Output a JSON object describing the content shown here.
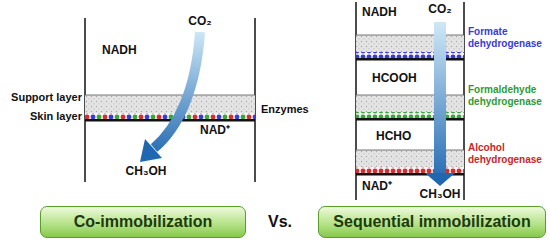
{
  "diagram": {
    "nodes": [
      {
        "text": [
          "Co-immobilization"
        ]
      },
      {
        "text": [
          "Sequential immobilization"
        ]
      }
    ],
    "labels": [
      "CO₂",
      "NADH",
      "Support layer",
      "Skin layer",
      "Enzymes",
      "NAD⁺",
      "CH₃OH",
      "NADH",
      "CO₂",
      "Formate dehydrogenase",
      "HCOOH",
      "Formaldehyde dehydrogenase",
      "HCHO",
      "Alcohol dehydrogenase",
      "NAD⁺",
      "CH₃OH",
      "Vs."
    ]
  }
}
